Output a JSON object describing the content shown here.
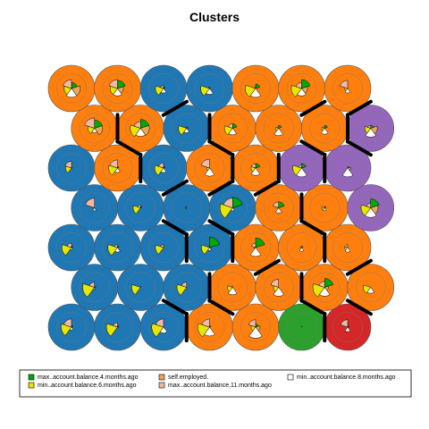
{
  "chart_data": {
    "type": "som_codes",
    "title": "Clusters",
    "grid": {
      "topology": "hexagonal",
      "xdim": 7,
      "ydim": 7
    },
    "cluster_colors": {
      "blue": "#1F77B4",
      "orange": "#FF7F0E",
      "green": "#2CA02C",
      "red": "#D62728",
      "purple": "#9467BD"
    },
    "variables": [
      {
        "name": "max..account.balance.4.months.ago",
        "color": "#00AA00"
      },
      {
        "name": "self.employed.",
        "color": "#E6A85A"
      },
      {
        "name": "min..account.balance.8.months.ago",
        "color": "#FFFFFF"
      },
      {
        "name": "min..account.balance.6.months.ago",
        "color": "#E6E600"
      },
      {
        "name": "max..account.balance.11.months.ago",
        "color": "#F2B8A3"
      }
    ],
    "legend_position": "bottom",
    "legend_order": [
      0,
      3,
      1,
      4,
      2
    ],
    "units": [
      {
        "row": 1,
        "col": 1,
        "cluster": "blue",
        "values": [
          0.1,
          0,
          0.2,
          0.7,
          0.55
        ]
      },
      {
        "row": 1,
        "col": 2,
        "cluster": "blue",
        "values": [
          0.1,
          0,
          0.1,
          0.75,
          0.3
        ]
      },
      {
        "row": 1,
        "col": 3,
        "cluster": "blue",
        "values": [
          0,
          0,
          0.4,
          0.8,
          0.55
        ]
      },
      {
        "row": 1,
        "col": 4,
        "cluster": "orange",
        "values": [
          0.1,
          0,
          0.6,
          0.8,
          0.55
        ]
      },
      {
        "row": 1,
        "col": 5,
        "cluster": "orange",
        "values": [
          0.2,
          0.3,
          0.75,
          0.3,
          0.5
        ]
      },
      {
        "row": 1,
        "col": 6,
        "cluster": "green",
        "values": [
          0.05,
          0,
          0,
          0,
          0
        ]
      },
      {
        "row": 1,
        "col": 7,
        "cluster": "red",
        "values": [
          0.1,
          0,
          0.3,
          0,
          0.5
        ]
      },
      {
        "row": 2,
        "col": 1,
        "cluster": "blue",
        "values": [
          0.1,
          0,
          0.1,
          0.8,
          0.35
        ]
      },
      {
        "row": 2,
        "col": 2,
        "cluster": "blue",
        "values": [
          0,
          0,
          0,
          0.6,
          0.1
        ]
      },
      {
        "row": 2,
        "col": 3,
        "cluster": "blue",
        "values": [
          0,
          0,
          0.1,
          0.65,
          0.35
        ]
      },
      {
        "row": 2,
        "col": 4,
        "cluster": "orange",
        "values": [
          0,
          0,
          0.5,
          0.35,
          0.1
        ]
      },
      {
        "row": 2,
        "col": 5,
        "cluster": "orange",
        "values": [
          0,
          0,
          0.6,
          0.35,
          0.55
        ]
      },
      {
        "row": 2,
        "col": 6,
        "cluster": "orange",
        "values": [
          0.6,
          0.25,
          0.6,
          0.8,
          0.4
        ]
      },
      {
        "row": 2,
        "col": 7,
        "cluster": "orange",
        "values": [
          0,
          0,
          0.4,
          0.5,
          0
        ]
      },
      {
        "row": 3,
        "col": 1,
        "cluster": "blue",
        "values": [
          0.1,
          0,
          0.15,
          0.65,
          0.3
        ]
      },
      {
        "row": 3,
        "col": 2,
        "cluster": "blue",
        "values": [
          0.1,
          0,
          0.3,
          0.65,
          0.2
        ]
      },
      {
        "row": 3,
        "col": 3,
        "cluster": "blue",
        "values": [
          0,
          0,
          0.1,
          0.55,
          0.2
        ]
      },
      {
        "row": 3,
        "col": 4,
        "cluster": "blue",
        "values": [
          0.7,
          0,
          0.2,
          0.55,
          0.1
        ]
      },
      {
        "row": 3,
        "col": 5,
        "cluster": "orange",
        "values": [
          0.65,
          0,
          0.6,
          0.1,
          0.3
        ]
      },
      {
        "row": 3,
        "col": 6,
        "cluster": "orange",
        "values": [
          0.1,
          0,
          0.25,
          0.1,
          0
        ]
      },
      {
        "row": 3,
        "col": 7,
        "cluster": "orange",
        "values": [
          0,
          0,
          0.3,
          0.2,
          0.2
        ]
      },
      {
        "row": 4,
        "col": 1,
        "cluster": "blue",
        "values": [
          0,
          0,
          0.2,
          0.1,
          0.65
        ]
      },
      {
        "row": 4,
        "col": 2,
        "cluster": "blue",
        "values": [
          0.1,
          0,
          0,
          0.5,
          0.2
        ]
      },
      {
        "row": 4,
        "col": 3,
        "cluster": "blue",
        "values": [
          0,
          0,
          0,
          0.1,
          0.1
        ]
      },
      {
        "row": 4,
        "col": 4,
        "cluster": "blue",
        "values": [
          0.7,
          0,
          0.2,
          0.85,
          0.65
        ]
      },
      {
        "row": 4,
        "col": 5,
        "cluster": "orange",
        "values": [
          0.4,
          0,
          0.35,
          0.1,
          0.4
        ]
      },
      {
        "row": 4,
        "col": 6,
        "cluster": "orange",
        "values": [
          0.1,
          0,
          0.2,
          0.2,
          0
        ]
      },
      {
        "row": 4,
        "col": 7,
        "cluster": "purple",
        "values": [
          0.6,
          0.5,
          0.65,
          0.65,
          0.3
        ]
      },
      {
        "row": 5,
        "col": 1,
        "cluster": "blue",
        "values": [
          0.05,
          0,
          0.1,
          0.4,
          0.45
        ]
      },
      {
        "row": 5,
        "col": 2,
        "cluster": "orange",
        "values": [
          0.1,
          0,
          0.3,
          0.6,
          0.55
        ]
      },
      {
        "row": 5,
        "col": 3,
        "cluster": "blue",
        "values": [
          0.1,
          0,
          0.3,
          0.6,
          0.35
        ]
      },
      {
        "row": 5,
        "col": 4,
        "cluster": "orange",
        "values": [
          0,
          0,
          0.55,
          0.2,
          0.6
        ]
      },
      {
        "row": 5,
        "col": 5,
        "cluster": "orange",
        "values": [
          0.3,
          0,
          0.5,
          0.3,
          0.3
        ]
      },
      {
        "row": 5,
        "col": 6,
        "cluster": "purple",
        "values": [
          0.3,
          0,
          0.6,
          0.6,
          0.2
        ]
      },
      {
        "row": 5,
        "col": 7,
        "cluster": "purple",
        "values": [
          0.1,
          0.2,
          0.6,
          0,
          0
        ]
      },
      {
        "row": 6,
        "col": 1,
        "cluster": "orange",
        "values": [
          0.55,
          0.55,
          0.3,
          0.45,
          0.7
        ]
      },
      {
        "row": 6,
        "col": 2,
        "cluster": "orange",
        "values": [
          0.6,
          0.6,
          0.55,
          0.7,
          0.45
        ]
      },
      {
        "row": 6,
        "col": 3,
        "cluster": "blue",
        "values": [
          0.1,
          0,
          0.3,
          0.55,
          0.1
        ]
      },
      {
        "row": 6,
        "col": 4,
        "cluster": "orange",
        "values": [
          0.3,
          0,
          0.45,
          0.55,
          0.3
        ]
      },
      {
        "row": 6,
        "col": 5,
        "cluster": "orange",
        "values": [
          0.2,
          0,
          0.5,
          0.2,
          0.1
        ]
      },
      {
        "row": 6,
        "col": 6,
        "cluster": "orange",
        "values": [
          0.2,
          0,
          0.4,
          0.2,
          0.1
        ]
      },
      {
        "row": 6,
        "col": 7,
        "cluster": "purple",
        "values": [
          0.2,
          0.45,
          0.6,
          0.4,
          0.2
        ]
      },
      {
        "row": 7,
        "col": 1,
        "cluster": "orange",
        "values": [
          0.4,
          0.6,
          0.6,
          0.5,
          0.6
        ]
      },
      {
        "row": 7,
        "col": 2,
        "cluster": "orange",
        "values": [
          0.55,
          0.4,
          0.5,
          0.5,
          0.6
        ]
      },
      {
        "row": 7,
        "col": 3,
        "cluster": "blue",
        "values": [
          0.1,
          0,
          0.3,
          0.55,
          0.2
        ]
      },
      {
        "row": 7,
        "col": 4,
        "cluster": "blue",
        "values": [
          0.05,
          0,
          0.4,
          0.6,
          0.1
        ]
      },
      {
        "row": 7,
        "col": 5,
        "cluster": "orange",
        "values": [
          0.3,
          0,
          0.6,
          0.7,
          0.1
        ]
      },
      {
        "row": 7,
        "col": 6,
        "cluster": "orange",
        "values": [
          0.6,
          0.4,
          0.5,
          0.7,
          0.4
        ]
      },
      {
        "row": 7,
        "col": 7,
        "cluster": "orange",
        "values": [
          0,
          0,
          0.3,
          0.2,
          0.55
        ]
      }
    ],
    "boundaries": [
      [
        [
          1,
          7
        ],
        [
          2,
          7
        ]
      ],
      [
        [
          2,
          7
        ],
        [
          3,
          7
        ]
      ],
      [
        [
          3,
          7
        ],
        [
          3,
          6
        ]
      ],
      [
        [
          3,
          6
        ],
        [
          4,
          6
        ]
      ],
      [
        [
          4,
          6
        ],
        [
          4,
          5
        ]
      ],
      [
        [
          4,
          5
        ],
        [
          5,
          5
        ]
      ],
      [
        [
          5,
          5
        ],
        [
          5,
          4
        ]
      ],
      [
        [
          5,
          4
        ],
        [
          6,
          4
        ]
      ],
      [
        [
          6,
          4
        ],
        [
          6,
          3
        ]
      ],
      [
        [
          6,
          3
        ],
        [
          7,
          3
        ]
      ],
      [
        [
          1,
          7
        ],
        [
          1,
          6
        ]
      ],
      [
        [
          1,
          6
        ],
        [
          2,
          6
        ]
      ],
      [
        [
          2,
          6
        ],
        [
          2,
          5
        ]
      ],
      [
        [
          2,
          5
        ],
        [
          3,
          5
        ]
      ],
      [
        [
          3,
          5
        ],
        [
          3,
          4
        ]
      ],
      [
        [
          3,
          4
        ],
        [
          4,
          4
        ]
      ],
      [
        [
          4,
          4
        ],
        [
          5,
          4
        ]
      ],
      [
        [
          6,
          1
        ],
        [
          6,
          2
        ]
      ],
      [
        [
          6,
          2
        ],
        [
          5,
          2
        ]
      ],
      [
        [
          5,
          2
        ],
        [
          5,
          3
        ]
      ],
      [
        [
          5,
          3
        ],
        [
          4,
          3
        ]
      ],
      [
        [
          4,
          3
        ],
        [
          3,
          3
        ]
      ],
      [
        [
          3,
          3
        ],
        [
          3,
          4
        ]
      ],
      [
        [
          1,
          3
        ],
        [
          1,
          4
        ]
      ],
      [
        [
          1,
          4
        ],
        [
          2,
          4
        ]
      ],
      [
        [
          2,
          4
        ],
        [
          2,
          3
        ]
      ],
      [
        [
          2,
          3
        ],
        [
          1,
          3
        ]
      ],
      [
        [
          6,
          7
        ],
        [
          7,
          7
        ]
      ],
      [
        [
          5,
          7
        ],
        [
          6,
          7
        ]
      ],
      [
        [
          6,
          7
        ],
        [
          6,
          6
        ]
      ],
      [
        [
          5,
          6
        ],
        [
          6,
          6
        ]
      ],
      [
        [
          6,
          6
        ],
        [
          7,
          6
        ]
      ],
      [
        [
          5,
          6
        ],
        [
          5,
          5
        ]
      ],
      [
        [
          5,
          7
        ],
        [
          5,
          6
        ]
      ]
    ]
  }
}
